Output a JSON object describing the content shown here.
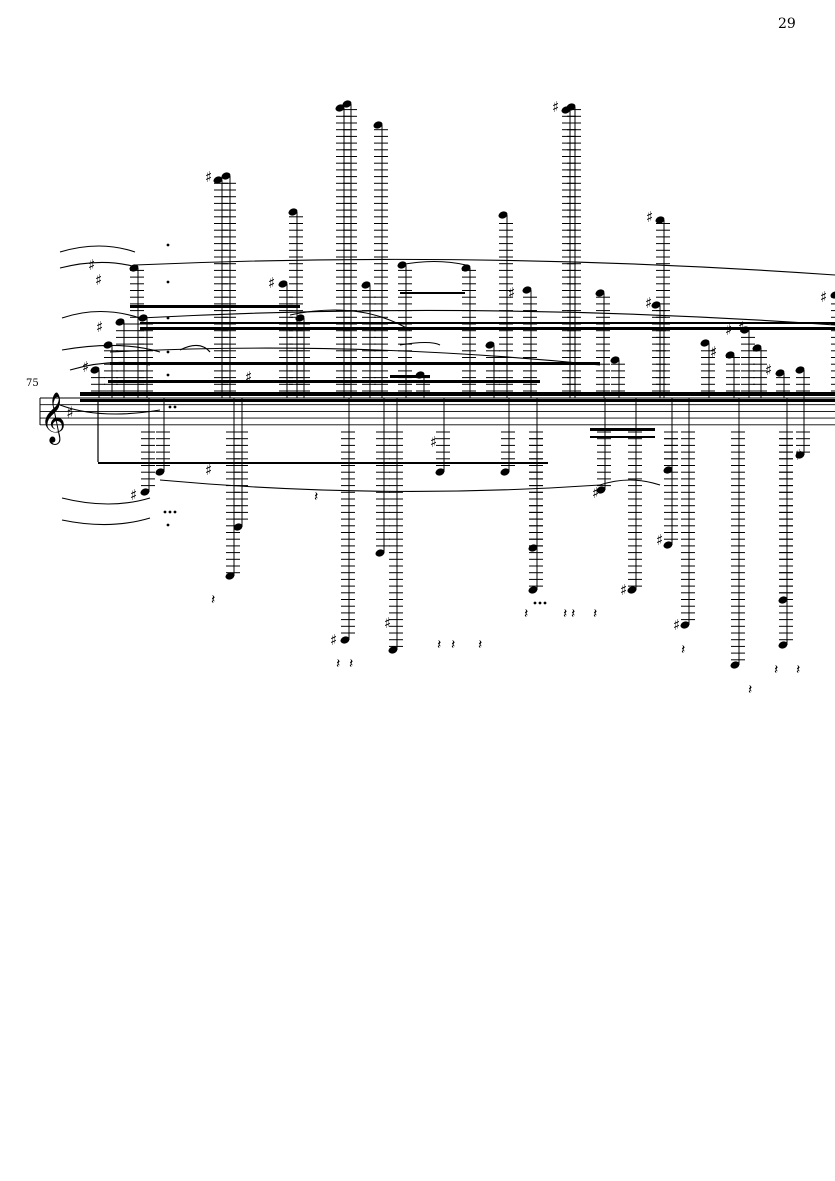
{
  "page": {
    "number": "29"
  },
  "system": {
    "measure_number": "75",
    "clef": "treble-clef",
    "key_signature": "sharps"
  },
  "colors": {
    "ink": "#000000",
    "paper": "#ffffff"
  }
}
